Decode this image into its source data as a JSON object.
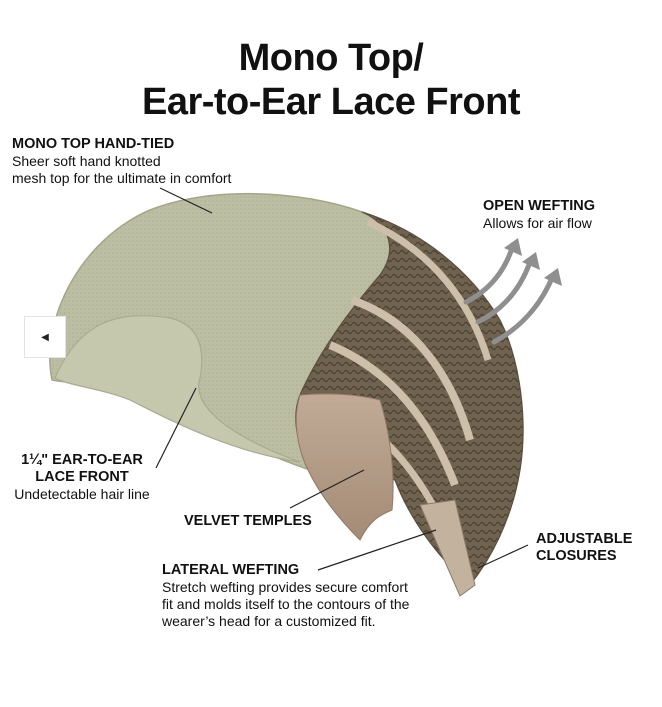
{
  "title": {
    "line1": "Mono Top/",
    "line2": "Ear-to-Ear Lace Front"
  },
  "labels": {
    "mono_top": {
      "heading": "MONO TOP HAND-TIED",
      "desc_line1": "Sheer soft hand knotted",
      "desc_line2": "mesh top for the ultimate in comfort"
    },
    "open_wefting": {
      "heading": "OPEN WEFTING",
      "desc": "Allows for air flow"
    },
    "lace_front": {
      "heading_line1": "1¼\" EAR-TO-EAR",
      "heading_line2": "LACE FRONT",
      "desc": "Undetectable hair line"
    },
    "velvet_temples": {
      "heading": "VELVET TEMPLES"
    },
    "adjustable_closures": {
      "heading_line1": "ADJUSTABLE",
      "heading_line2": "CLOSURES"
    },
    "lateral_wefting": {
      "heading": "LATERAL WEFTING",
      "desc_line1": "Stretch wefting provides secure comfort",
      "desc_line2": "fit and molds itself to the contours of the",
      "desc_line3": "wearer’s head for a customized fit."
    }
  },
  "nav": {
    "prev_icon": "chevron-left-icon",
    "prev_glyph": "◀"
  },
  "colors": {
    "mesh": "#b9bb9f",
    "mesh_dark": "#9c9e80",
    "weft": "#6a5d4c",
    "velvet": "#b59e8a",
    "lace_band": "#cfc0aa",
    "arrow": "#8f8f8f"
  }
}
